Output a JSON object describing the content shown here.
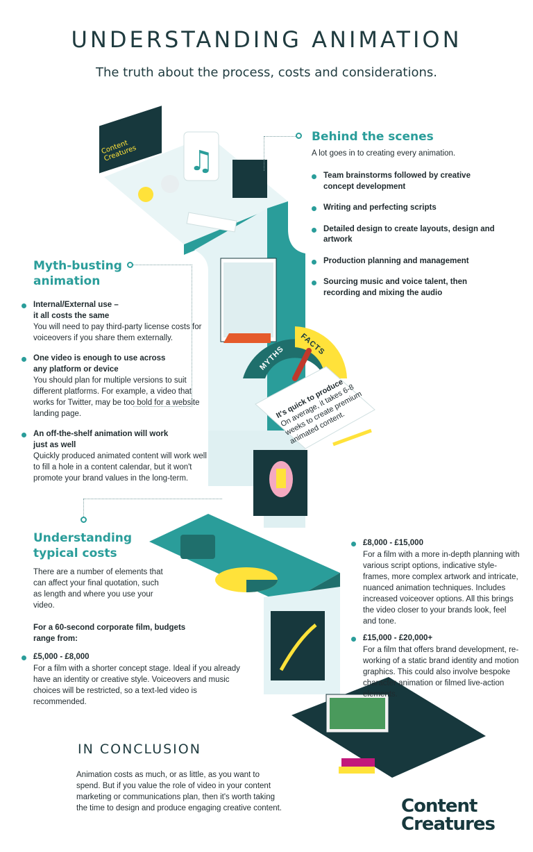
{
  "header": {
    "title": "UNDERSTANDING ANIMATION",
    "subtitle": "The truth about the process, costs and considerations."
  },
  "behind": {
    "heading": "Behind the scenes",
    "intro": "A lot goes in to creating every animation.",
    "items": [
      "Team brainstorms followed by creative concept development",
      "Writing and perfecting scripts",
      "Detailed design to create layouts, design and artwork",
      "Production planning and management",
      "Sourcing music and voice talent, then recording and mixing the audio"
    ]
  },
  "myth": {
    "heading_1": "Myth-busting",
    "heading_2": "animation",
    "items": [
      {
        "title_1": "Internal/External use –",
        "title_2": "it all costs the same",
        "desc": "You will need to pay third-party license costs for voiceovers if you share them externally."
      },
      {
        "title_1": "One video is enough to use across",
        "title_2": "any platform or device",
        "desc": "You should plan for multiple versions to suit different platforms. For example, a video that works for Twitter, may be too bold for a website landing page."
      },
      {
        "title_1": "An off-the-shelf animation will work",
        "title_2": "just as well",
        "desc": "Quickly produced animated content will work well to fill a hole in a content calendar, but it won't promote your brand values in the long-term."
      }
    ]
  },
  "gauge": {
    "myths": "MYTHS",
    "facts": "FACTS",
    "note_title": "It's quick to produce",
    "note_body": "On average, it takes 6-8 weeks to create premium animated content."
  },
  "laptop_brand": {
    "line1": "Content",
    "line2": "Creatures"
  },
  "costs": {
    "heading_1": "Understanding",
    "heading_2": "typical costs",
    "intro": "There are a number of elements that can affect your final quotation, such as length and where you use your video.",
    "budget_label": "For a 60-second corporate film, budgets range from:",
    "tiers": [
      {
        "range": "£5,000 - £8,000",
        "desc": "For a film with a shorter concept stage. Ideal if you already have an identity or creative style. Voiceovers and music choices will be restricted, so a text-led video is recommended."
      },
      {
        "range": "£8,000 - £15,000",
        "desc": "For a film with a more in-depth planning with various script options, indicative style-frames, more complex artwork and intricate, nuanced animation techniques. Includes increased voiceover options. All this brings the video closer to your brands look, feel and tone."
      },
      {
        "range": "£15,000 - £20,000+",
        "desc": "For a film that offers brand development, re-working of a static brand identity and motion graphics. This could also involve bespoke character animation or filmed live-action elements."
      }
    ]
  },
  "conclusion": {
    "heading": "IN CONCLUSION",
    "body": "Animation costs as much, or as little, as you want to spend. But if you value the role of video in your content marketing or communications plan, then it's worth taking the time to design and produce engaging creative content."
  },
  "footer": {
    "logo_1": "Content",
    "logo_2": "Creatures"
  },
  "colors": {
    "teal": "#2a9d9a",
    "dark": "#17383d",
    "yellow": "#ffe23a",
    "light": "#d9eef0"
  }
}
